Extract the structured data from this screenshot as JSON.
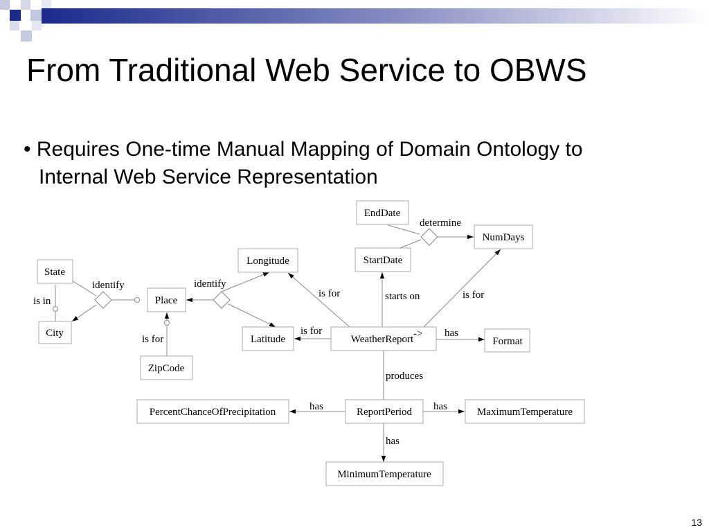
{
  "slide": {
    "title": "From Traditional Web Service to OBWS",
    "bullet_line1": "• Requires One-time Manual Mapping of Domain Ontology to",
    "bullet_line2": "Internal Web Service  Representation",
    "page_number": "13"
  },
  "diagram": {
    "nodes": {
      "end_date": "EndDate",
      "num_days": "NumDays",
      "start_date": "StartDate",
      "longitude": "Longitude",
      "state": "State",
      "place": "Place",
      "city": "City",
      "zip_code": "ZipCode",
      "latitude": "Latitude",
      "weather_report": "WeatherReport",
      "format": "Format",
      "percent_chance": "PercentChanceOfPrecipitation",
      "report_period": "ReportPeriod",
      "max_temp": "MaximumTemperature",
      "min_temp": "MinimumTemperature"
    },
    "edges": {
      "determine": "determine",
      "identify_left": "identify",
      "identify_right": "identify",
      "is_in": "is in",
      "is_for_zip": "is for",
      "is_for_longitude": "is for",
      "is_for_latitude": "is for",
      "starts_on": "starts on",
      "is_for_numdays": "is for",
      "arrow_symbol": "->",
      "has_format": "has",
      "produces": "produces",
      "has_percent": "has",
      "has_max": "has",
      "has_min": "has"
    },
    "colors": {
      "header_gradient_start": "#1c2a8c",
      "header_gradient_end": "#ffffff",
      "node_border": "#a8a8a8",
      "edge": "#888888"
    }
  }
}
